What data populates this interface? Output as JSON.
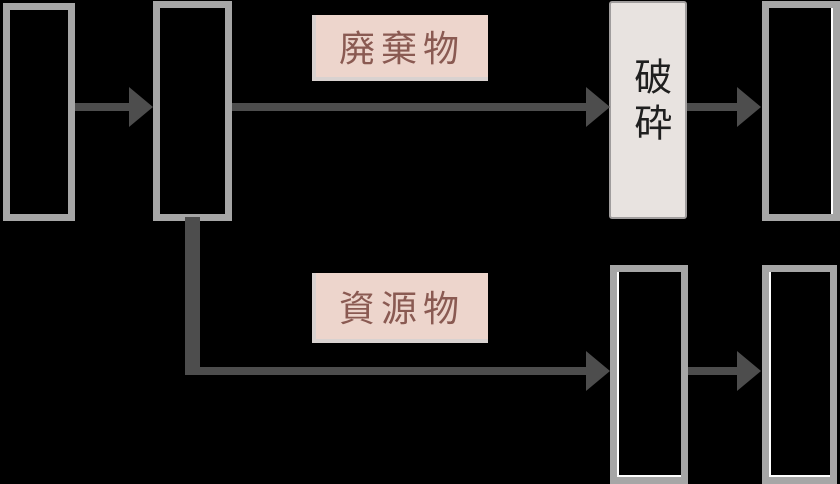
{
  "diagram": {
    "title_hint": "waste-and-resource-flow",
    "labels": {
      "waste": "廃棄物",
      "resource": "資源物",
      "shredding": "破砕"
    },
    "colors": {
      "background": "#000000",
      "box_border": "#a6a6a6",
      "arrow": "#4d4d4d",
      "label_background": "#edd5cc",
      "label_edge_highlight": "#d9d2d0",
      "label_text": "#8a5a52",
      "shredding_box_background": "#e8e3e0",
      "shredding_box_border": "#a09d9d",
      "shredding_text": "#1f1f1f",
      "inner_highlight": "#ffffff"
    }
  }
}
